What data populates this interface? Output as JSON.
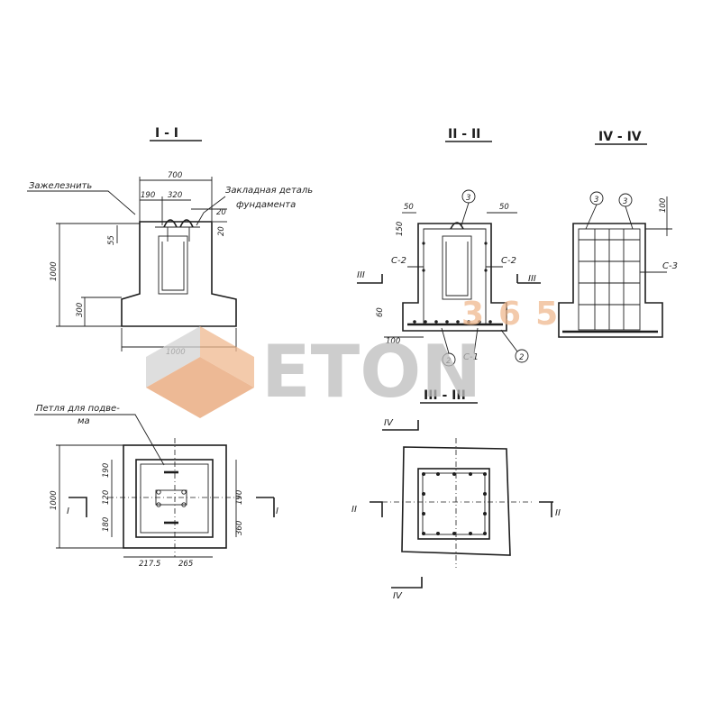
{
  "sections": {
    "s1": "I - I",
    "s2": "II - II",
    "s3": "III - III",
    "s4": "IV - IV"
  },
  "labels": {
    "zazheleznit": "Зажелезнить",
    "zakladnaya_1": "Закладная деталь",
    "zakladnaya_2": "фундамента",
    "petlya_1": "Петля для подве-",
    "petlya_2": "ма"
  },
  "dims": {
    "d700": "700",
    "d190": "190",
    "d320": "320",
    "d20a": "20",
    "d20b": "20",
    "d55": "55",
    "d1000v": "1000",
    "d300": "300",
    "d1000h": "1000",
    "d50a": "50",
    "d50b": "50",
    "d150": "150",
    "d60": "60",
    "d100": "100",
    "d100b": "100",
    "p1000": "1000",
    "p190": "190",
    "p120": "120",
    "p180": "180",
    "p190b": "190",
    "p360": "360",
    "p2175": "217.5",
    "p265": "265"
  },
  "marks": {
    "s1_left": "I",
    "s1_right": "I",
    "s2_left": "II",
    "s2_right": "II",
    "s3_left": "III",
    "s3_right": "III",
    "s4_top": "IV",
    "s4_bottom": "IV",
    "c1": "С-1",
    "c2a": "С-2",
    "c2b": "С-2",
    "c3": "С-3",
    "n3a": "3",
    "n3b": "3",
    "n3c": "3",
    "n2a": "2",
    "n2b": "2"
  },
  "watermark": {
    "brand": "ETON",
    "num": "365"
  },
  "colors": {
    "ink": "#1e1e1e",
    "watermark_gray": "#bdbdbd",
    "watermark_orange": "#f0b98f"
  }
}
